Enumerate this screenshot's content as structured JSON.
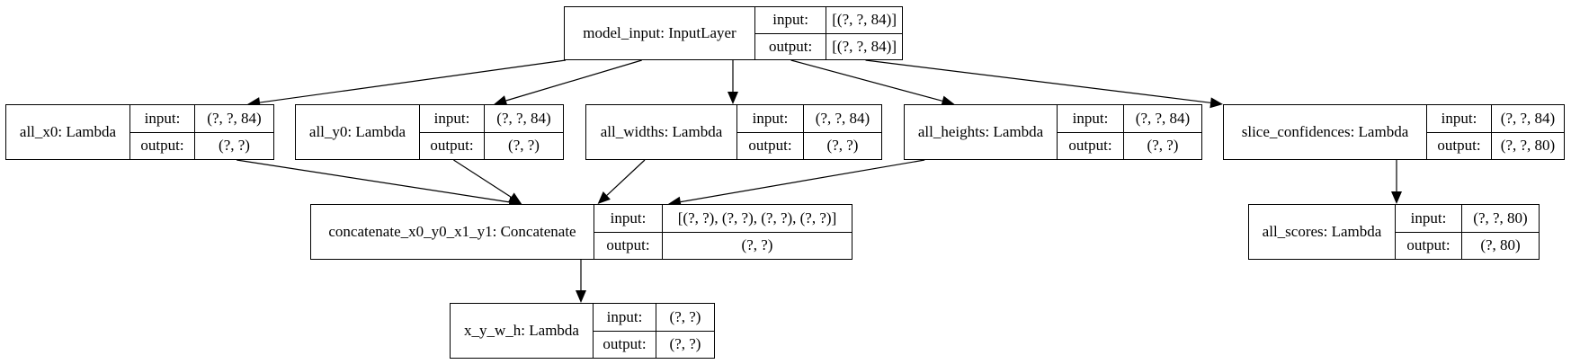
{
  "port_labels": {
    "input": "input:",
    "output": "output:"
  },
  "nodes": {
    "model_input": {
      "name": "model_input: InputLayer",
      "input": "[(?, ?, 84)]",
      "output": "[(?, ?, 84)]"
    },
    "all_x0": {
      "name": "all_x0: Lambda",
      "input": "(?, ?, 84)",
      "output": "(?, ?)"
    },
    "all_y0": {
      "name": "all_y0: Lambda",
      "input": "(?, ?, 84)",
      "output": "(?, ?)"
    },
    "all_widths": {
      "name": "all_widths: Lambda",
      "input": "(?, ?, 84)",
      "output": "(?, ?)"
    },
    "all_heights": {
      "name": "all_heights: Lambda",
      "input": "(?, ?, 84)",
      "output": "(?, ?)"
    },
    "slice_confidences": {
      "name": "slice_confidences: Lambda",
      "input": "(?, ?, 84)",
      "output": "(?, ?, 80)"
    },
    "concatenate": {
      "name": "concatenate_x0_y0_x1_y1: Concatenate",
      "input": "[(?, ?), (?, ?), (?, ?), (?, ?)]",
      "output": "(?, ?)"
    },
    "all_scores": {
      "name": "all_scores: Lambda",
      "input": "(?, ?, 80)",
      "output": "(?, 80)"
    },
    "x_y_w_h": {
      "name": "x_y_w_h: Lambda",
      "input": "(?, ?)",
      "output": "(?, ?)"
    }
  },
  "edges": [
    [
      "model_input",
      "all_x0"
    ],
    [
      "model_input",
      "all_y0"
    ],
    [
      "model_input",
      "all_widths"
    ],
    [
      "model_input",
      "all_heights"
    ],
    [
      "model_input",
      "slice_confidences"
    ],
    [
      "all_x0",
      "concatenate"
    ],
    [
      "all_y0",
      "concatenate"
    ],
    [
      "all_widths",
      "concatenate"
    ],
    [
      "all_heights",
      "concatenate"
    ],
    [
      "slice_confidences",
      "all_scores"
    ],
    [
      "concatenate",
      "x_y_w_h"
    ]
  ]
}
